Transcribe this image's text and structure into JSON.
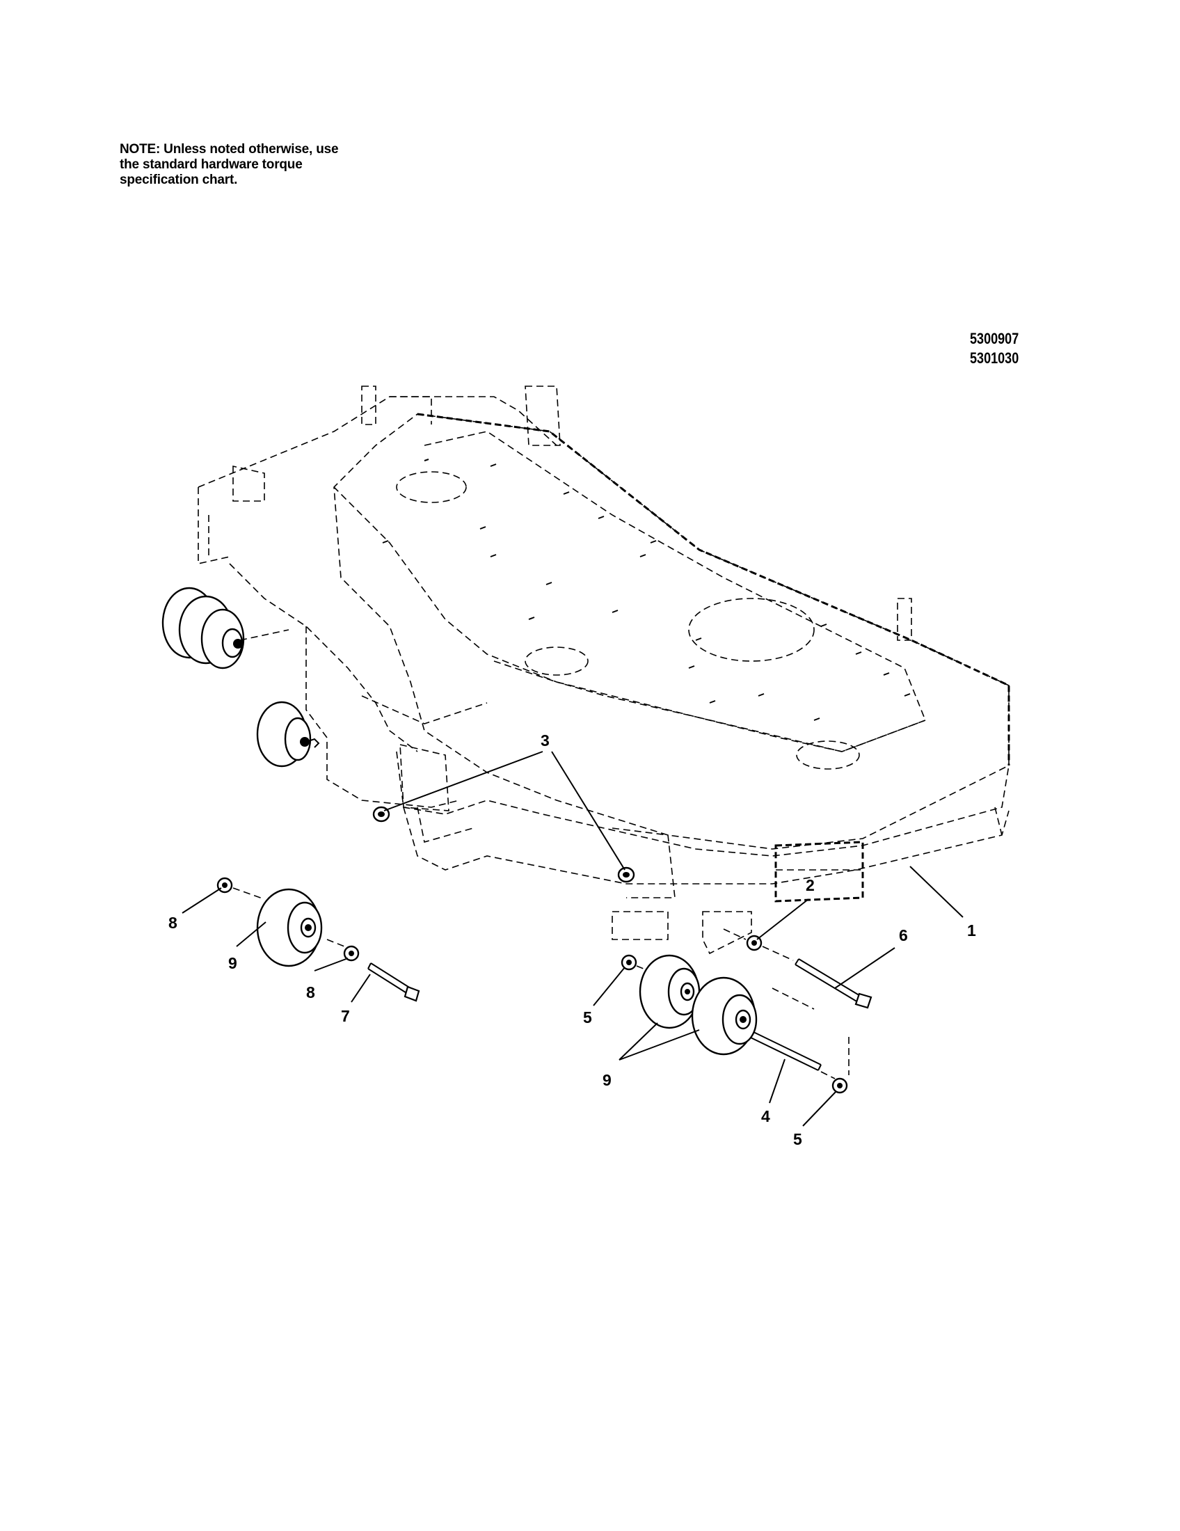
{
  "note": {
    "lines": [
      "NOTE: Unless noted otherwise, use",
      "the standard hardware torque",
      "specification chart."
    ]
  },
  "part_numbers": [
    "5300907",
    "5301030"
  ],
  "callouts": {
    "c1": "1",
    "c2": "2",
    "c3": "3",
    "c4": "4",
    "c5a": "5",
    "c5b": "5",
    "c6": "6",
    "c7": "7",
    "c8a": "8",
    "c8b": "8",
    "c9a": "9",
    "c9b": "9"
  }
}
